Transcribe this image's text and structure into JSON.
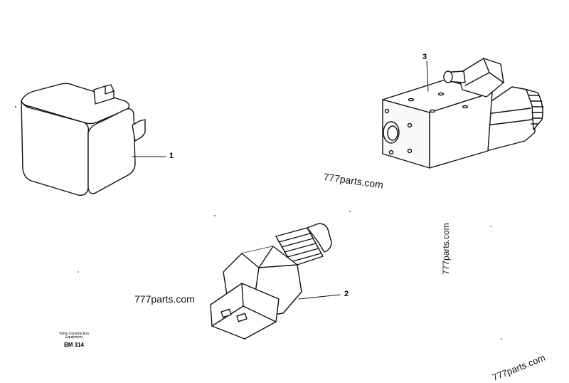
{
  "callouts": {
    "relay": "1",
    "sensor": "2",
    "valve": "3"
  },
  "watermarks": {
    "top": "777parts.com",
    "left": "777parts.com",
    "vertical": "777parts.com",
    "corner": "777parts.com"
  },
  "credit": {
    "line1": "Volvo Construction",
    "line2": "Equipment",
    "code": "BM 314"
  }
}
